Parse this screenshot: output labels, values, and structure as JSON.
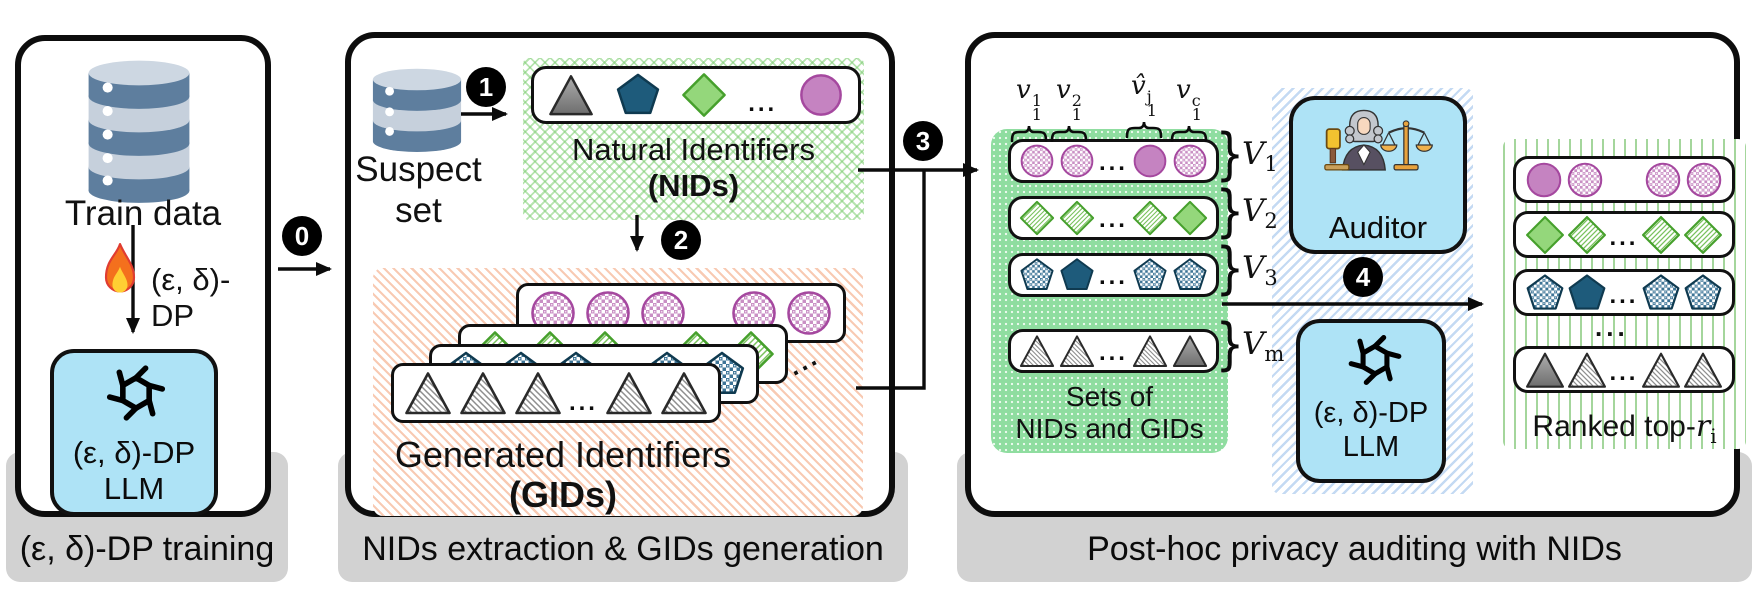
{
  "glyphs": {
    "ellipsis": "...",
    "brace": "}"
  },
  "badges": [
    "0",
    "1",
    "2",
    "3",
    "4"
  ],
  "panel1": {
    "caption": "(ε, δ)-DP training",
    "db_label": "Train data",
    "dp_label": "(ε, δ)-DP",
    "llm": {
      "line1": "(ε, δ)-DP",
      "line2": "LLM"
    }
  },
  "panel2": {
    "caption": "NIDs extraction & GIDs generation",
    "suspect_line1": "Suspect",
    "suspect_line2": "set",
    "nids": {
      "title": "Natural Identifiers",
      "subtitle": "(NIDs)",
      "row": [
        "tri",
        "pent",
        "diam",
        "dots",
        "circ"
      ]
    },
    "gids": {
      "title": "Generated Identifiers",
      "subtitle": "(GIDs)",
      "cards": [
        {
          "name": "circles-card",
          "row": [
            "circ-h",
            "circ-h",
            "circ-h",
            "dots",
            "circ-h",
            "circ-h"
          ]
        },
        {
          "name": "diamonds-card",
          "row": [
            "diam-h",
            "diam-h",
            "diam-h",
            "dots",
            "diam-h",
            "diam-h"
          ]
        },
        {
          "name": "pentagons-card",
          "row": [
            "pent-h",
            "pent-h",
            "pent-h",
            "dots",
            "pent-h",
            "pent-h"
          ]
        },
        {
          "name": "triangles-card",
          "row": [
            "tri-h",
            "tri-h",
            "tri-h",
            "dots",
            "tri-h",
            "tri-h"
          ]
        }
      ]
    }
  },
  "panel3": {
    "caption": "Post-hoc privacy auditing with NIDs",
    "value_labels": [
      {
        "base": "v",
        "sup": "1",
        "sub": "1"
      },
      {
        "base": "v",
        "sup": "2",
        "sub": "1"
      },
      {
        "base": "v̂",
        "sup": "j",
        "sub": "1"
      },
      {
        "base": "v",
        "sup": "c",
        "sub": "1"
      }
    ],
    "sets": {
      "caption_line1": "Sets of",
      "caption_line2": "NIDs and GIDs",
      "rows": [
        {
          "label_base": "V",
          "label_sub": "1",
          "tokens": [
            "circ-h",
            "circ-h",
            "dots",
            "circ",
            "circ-h"
          ]
        },
        {
          "label_base": "V",
          "label_sub": "2",
          "tokens": [
            "diam-h",
            "diam-h",
            "dots",
            "diam-h",
            "diam"
          ]
        },
        {
          "label_base": "V",
          "label_sub": "3",
          "tokens": [
            "pent-h",
            "pent",
            "dots",
            "pent-h",
            "pent-h"
          ]
        },
        {
          "label_base": "V",
          "label_sub": "m",
          "tokens": [
            "tri-h",
            "tri-h",
            "dots",
            "tri-h",
            "tri"
          ]
        }
      ]
    },
    "auditor_label": "Auditor",
    "llm": {
      "line1": "(ε, δ)-DP",
      "line2": "LLM"
    },
    "ranked": {
      "caption_prefix": "Ranked top-",
      "caption_var": "r",
      "caption_sub": "i",
      "rows": [
        {
          "tokens": [
            "circ",
            "circ-h",
            "gap",
            "circ-h",
            "circ-h"
          ]
        },
        {
          "tokens": [
            "diam",
            "diam-h",
            "dots",
            "diam-h",
            "diam-h"
          ]
        },
        {
          "tokens": [
            "pent-h",
            "pent",
            "dots",
            "pent-h",
            "pent-h"
          ]
        },
        {
          "tokens": [
            "tri",
            "tri-h",
            "dots",
            "tri-h",
            "tri-h"
          ]
        }
      ]
    }
  }
}
